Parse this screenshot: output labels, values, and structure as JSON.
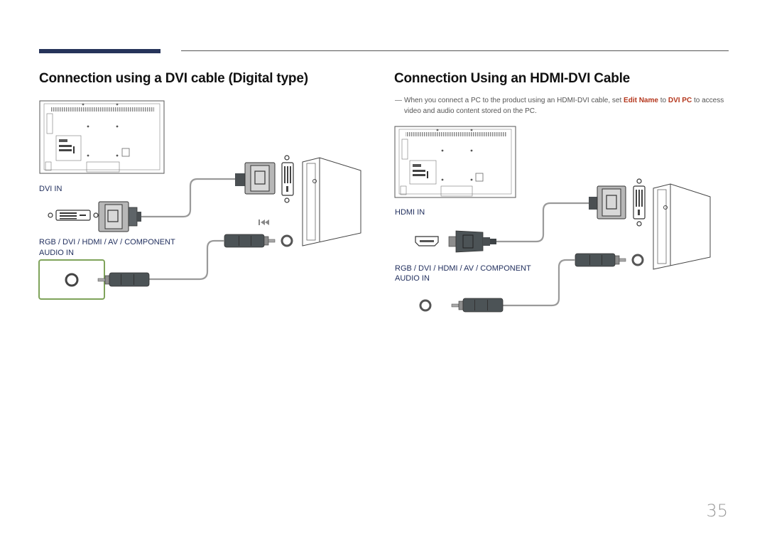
{
  "header": {
    "section_left_title": "Connection using a DVI cable (Digital type)",
    "section_right_title": "Connection Using an HDMI-DVI Cable"
  },
  "note": {
    "dash": "―",
    "text_before": "When you connect a PC to the product using an HDMI-DVI cable, set ",
    "highlight_1": "Edit Name",
    "text_middle": " to ",
    "highlight_2": "DVI PC",
    "text_after": " to access video and audio content stored on the PC.",
    "highlight_color": "#b4361c"
  },
  "left_diagram": {
    "port_label": "DVI IN",
    "audio_label_line1": "RGB / DVI / HDMI / AV / COMPONENT",
    "audio_label_line2": "AUDIO IN",
    "audio_port_frame_color": "#7fa35a"
  },
  "right_diagram": {
    "port_label": "HDMI IN",
    "audio_label_line1": "RGB / DVI / HDMI / AV / COMPONENT",
    "audio_label_line2": "AUDIO IN"
  },
  "footer": {
    "page_number": "35"
  },
  "colors": {
    "accent_bar": "#26345a",
    "label_color": "#1f2d5c"
  }
}
